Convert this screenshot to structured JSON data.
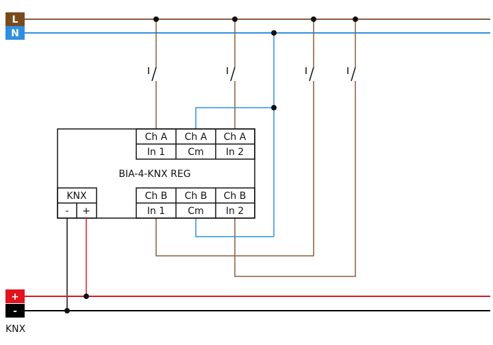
{
  "colors": {
    "line_L": "#8B5A3C",
    "line_N": "#2E8FE0",
    "wire_brown": "#8B5A3C",
    "wire_blue": "#2E8FE0",
    "knx_plus": "#E0141E",
    "knx_minus": "#000000",
    "tag_L_bg": "#7A4A1F",
    "tag_N_bg": "#2E8FE0",
    "tag_plus_bg": "#E0141E",
    "tag_minus_bg": "#000000"
  },
  "supply": {
    "L_label": "L",
    "N_label": "N"
  },
  "device": {
    "title": "BIA-4-KNX REG",
    "top_terminals": [
      {
        "channel": "Ch A",
        "function": "In 1"
      },
      {
        "channel": "Ch A",
        "function": "Cm"
      },
      {
        "channel": "Ch A",
        "function": "In 2"
      }
    ],
    "bottom_terminals": [
      {
        "channel": "Ch B",
        "function": "In 1"
      },
      {
        "channel": "Ch B",
        "function": "Cm"
      },
      {
        "channel": "Ch B",
        "function": "In 2"
      }
    ],
    "knx_block": {
      "label": "KNX",
      "minus": "-",
      "plus": "+"
    }
  },
  "knx_bus": {
    "plus_label": "+",
    "minus_label": "-",
    "caption": "KNX"
  },
  "switches": [
    {
      "id": "switch-1"
    },
    {
      "id": "switch-2"
    },
    {
      "id": "switch-3"
    },
    {
      "id": "switch-4"
    }
  ]
}
